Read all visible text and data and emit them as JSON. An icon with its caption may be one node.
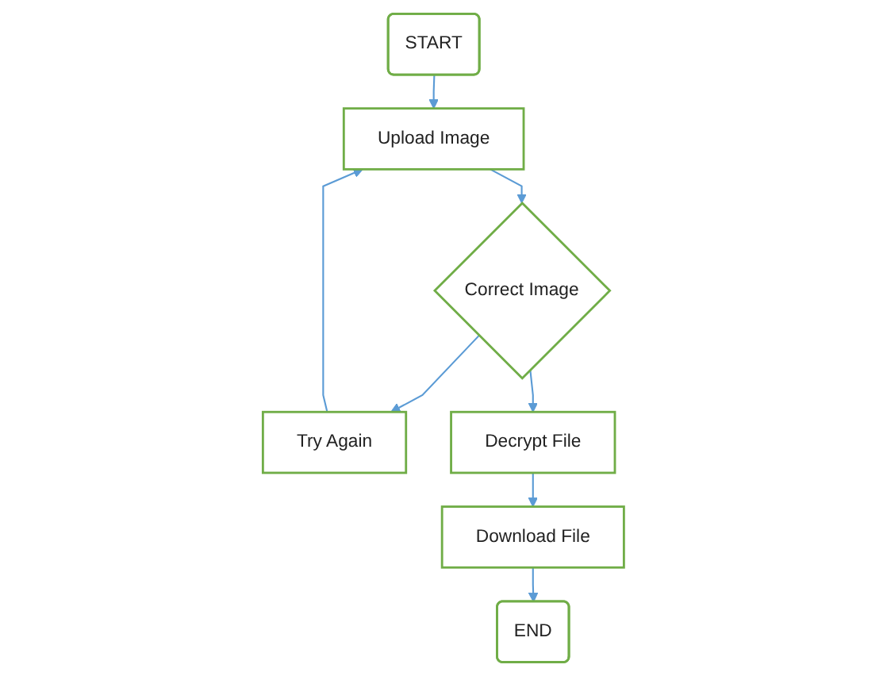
{
  "diagram": {
    "nodes": [
      {
        "text": [
          "START"
        ]
      },
      {
        "text": [
          "Upload Image"
        ]
      },
      {
        "text": [
          "Correct Image"
        ]
      },
      {
        "text": [
          "Try Again"
        ]
      },
      {
        "text": [
          "Decrypt File"
        ]
      },
      {
        "text": [
          "Download File"
        ]
      },
      {
        "text": [
          "END"
        ]
      }
    ],
    "edges": [
      {
        "from": 0,
        "to": 1,
        "arrow": "to"
      },
      {
        "from": 1,
        "to": 2,
        "arrow": "to"
      },
      {
        "from": 2,
        "to": 3,
        "arrow": "to"
      },
      {
        "from": 3,
        "to": 1,
        "arrow": "to"
      },
      {
        "from": 2,
        "to": 4,
        "arrow": "to"
      },
      {
        "from": 4,
        "to": 5,
        "arrow": "to"
      },
      {
        "from": 5,
        "to": 6,
        "arrow": "to"
      }
    ]
  }
}
